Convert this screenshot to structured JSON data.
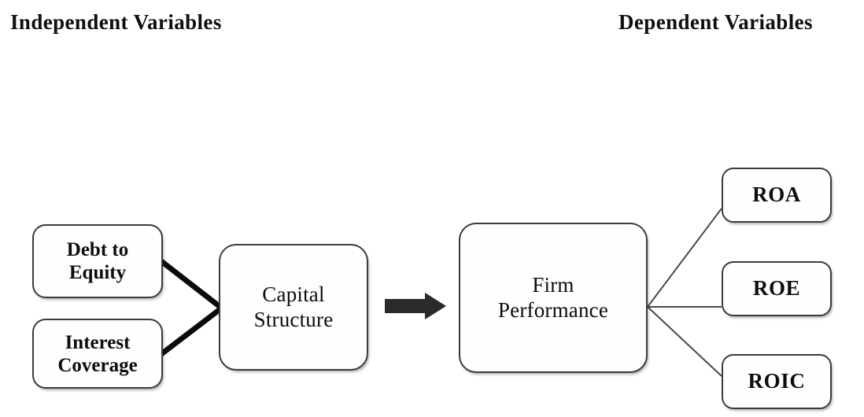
{
  "diagram": {
    "title_left": "Independent Variables",
    "title_right": "Dependent Variables",
    "background_color": "#ffffff",
    "box_border_color": "#3b3b3b",
    "box_fill_color": "#fefefe",
    "thick_connector_color": "#0b0b0b",
    "thin_connector_color": "#4a4a4a",
    "arrow_color": "#2b2b2b"
  },
  "independent": {
    "nodes": [
      {
        "id": "debt-to-equity",
        "label": "Debt to\nEquity"
      },
      {
        "id": "interest-coverage",
        "label": "Interest\nCoverage"
      }
    ]
  },
  "mediator": {
    "node": {
      "id": "capital-structure",
      "label": "Capital\nStructure"
    }
  },
  "dependent": {
    "node": {
      "id": "firm-performance",
      "label": "Firm\nPerformance"
    },
    "measures": [
      {
        "id": "roa",
        "label": "ROA"
      },
      {
        "id": "roe",
        "label": "ROE"
      },
      {
        "id": "roic",
        "label": "ROIC"
      }
    ]
  }
}
